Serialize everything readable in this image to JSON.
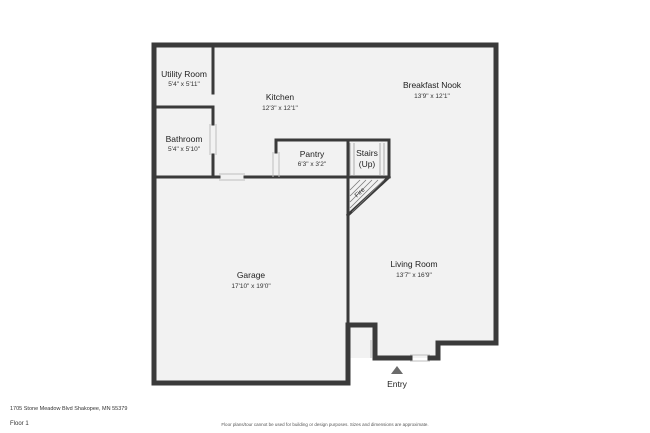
{
  "plan": {
    "rooms": [
      {
        "id": "utility",
        "name": "Utility Room",
        "dims": "5'4\" x 5'11\""
      },
      {
        "id": "kitchen",
        "name": "Kitchen",
        "dims": "12'3\" x 12'1\""
      },
      {
        "id": "breakfast",
        "name": "Breakfast Nook",
        "dims": "13'9\" x 12'1\""
      },
      {
        "id": "bathroom",
        "name": "Bathroom",
        "dims": "5'4\" x 5'10\""
      },
      {
        "id": "pantry",
        "name": "Pantry",
        "dims": "6'3\" x 3'2\""
      },
      {
        "id": "stairs",
        "name": "Stairs",
        "dims": "(Up)"
      },
      {
        "id": "garage",
        "name": "Garage",
        "dims": "17'10\" x 19'0\""
      },
      {
        "id": "living",
        "name": "Living Room",
        "dims": "13'7\" x 16'9\""
      }
    ],
    "fire_label": "Fire",
    "entry_label": "Entry"
  },
  "footer": {
    "address": "1705 Stone Meadow Blvd Shakopee, MN 55379",
    "floor": "Floor 1",
    "disclaimer": "Floor plans/tour cannot be used for building or design purposes. Sizes and dimensions are approximate."
  },
  "colors": {
    "wall": "#3a3a3a",
    "floor": "#f2f2f2",
    "door": "#cfcfcf",
    "entry_arrow": "#6b6b6b"
  }
}
